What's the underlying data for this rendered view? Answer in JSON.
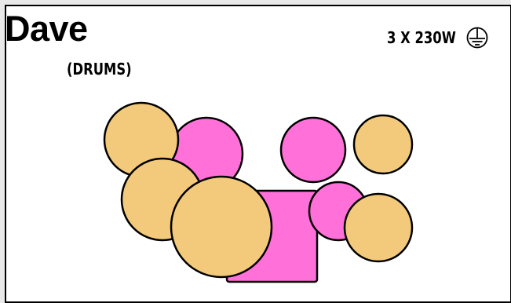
{
  "header": {
    "name": "Dave",
    "role": "(DRUMS)",
    "power": "3 X 230W",
    "power_icon": "earth-ground-icon"
  },
  "colors": {
    "cymbal": "#f3ca7b",
    "drum": "#ff70d8",
    "outline": "#000000",
    "background": "#ffffff"
  }
}
